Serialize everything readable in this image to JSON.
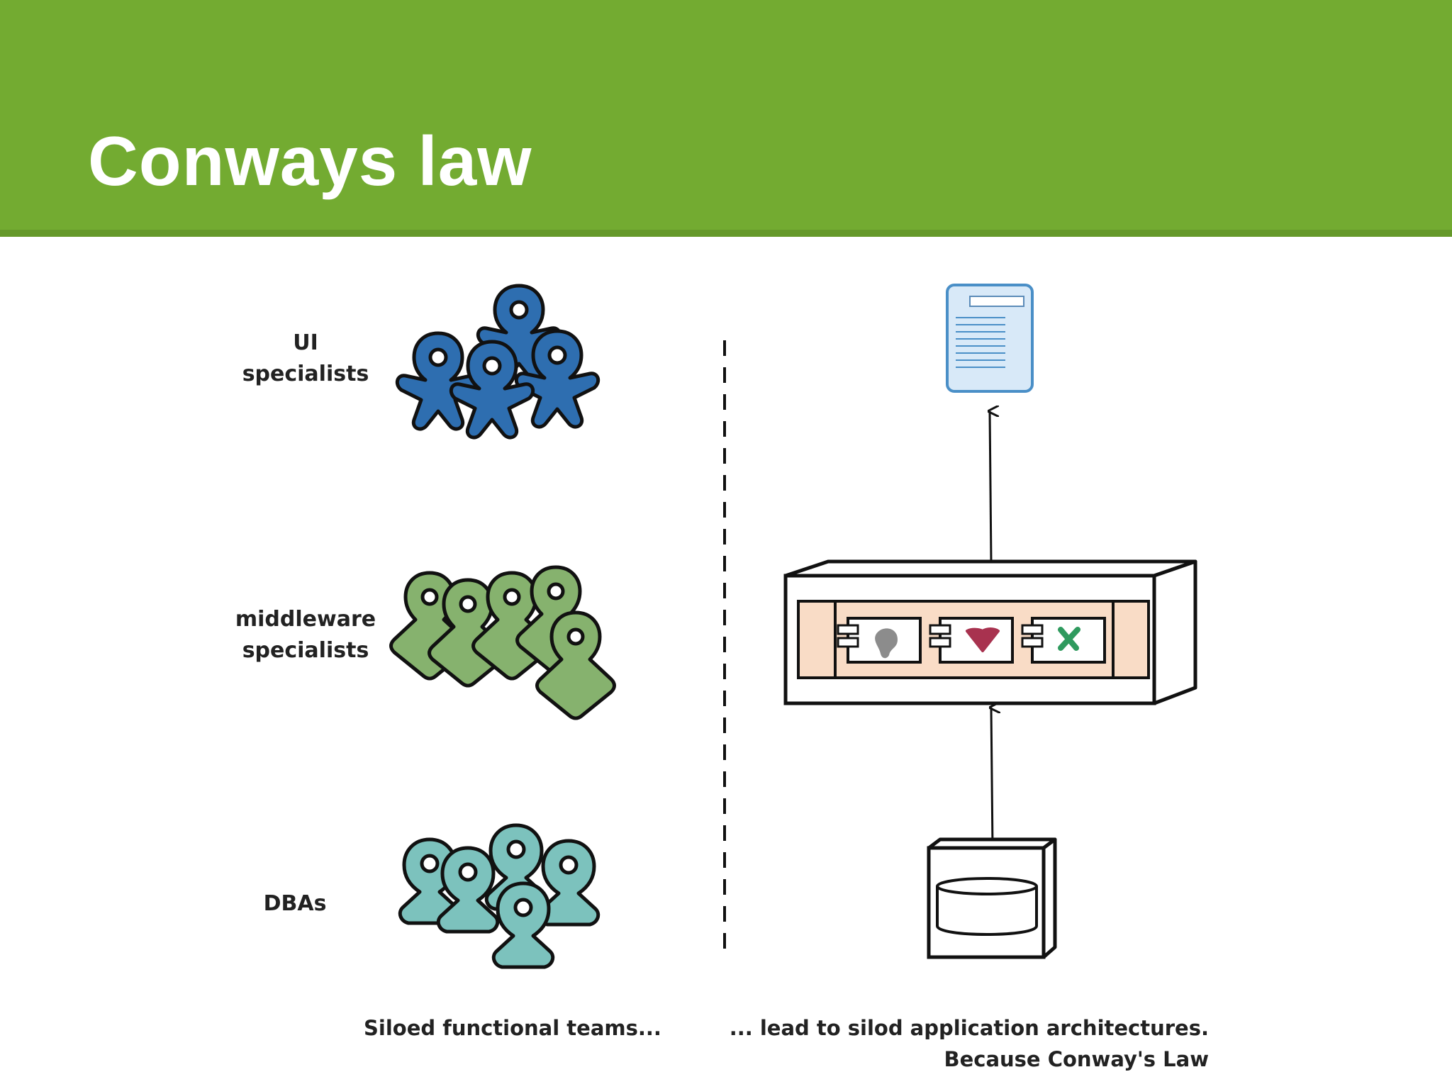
{
  "slide": {
    "title": "Conways law",
    "colors": {
      "header": "#73ab31",
      "ui_team": "#2e6eb0",
      "middleware_team": "#86b26e",
      "dba_team": "#7cc2bd"
    }
  },
  "teams": [
    {
      "label": "UI\nspecialists",
      "icon": "person-icon",
      "count": 4
    },
    {
      "label": "middleware\nspecialists",
      "icon": "person-icon",
      "count": 5
    },
    {
      "label": "DBAs",
      "icon": "person-icon",
      "count": 5
    }
  ],
  "captions": {
    "left": "Siloed functional teams...",
    "right_line1": "... lead to silod application architectures.",
    "right_line2": "Because Conway's Law"
  },
  "architecture": {
    "top": "document-icon",
    "middle": "application-server-icon",
    "components": [
      "component-blob-icon",
      "component-heart-icon",
      "component-x-icon"
    ],
    "bottom": "database-icon"
  }
}
